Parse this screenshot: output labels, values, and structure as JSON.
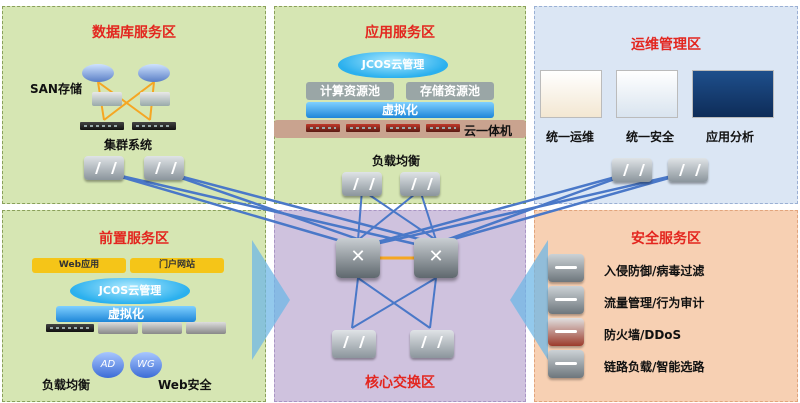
{
  "zones": {
    "database": {
      "title": "数据库服务区",
      "san": "SAN存储",
      "cluster": "集群系统"
    },
    "app": {
      "title": "应用服务区",
      "cloud": "JCOS云管理",
      "compute_pool": "计算资源池",
      "storage_pool": "存储资源池",
      "virtualization": "虚拟化",
      "appliance": "云一体机",
      "lb": "负载均衡"
    },
    "ops": {
      "title": "运维管理区",
      "item1": "统一运维",
      "item2": "统一安全",
      "item3": "应用分析"
    },
    "front": {
      "title": "前置服务区",
      "web_app": "Web应用",
      "portal": "门户网站",
      "cloud": "JCOS云管理",
      "virtualization": "虚拟化",
      "ad": "AD",
      "wg": "WG",
      "lb": "负载均衡",
      "web_sec": "Web安全"
    },
    "core": {
      "title": "核心交换区"
    },
    "security": {
      "title": "安全服务区",
      "item1": "入侵防御/病毒过滤",
      "item2": "流量管理/行为审计",
      "item3": "防火墙/DDoS",
      "item4": "链路负载/智能选路"
    }
  },
  "colors": {
    "green_zone": "#d6e6b3",
    "blue_zone": "#dbe6f4",
    "purple_zone": "#cfc2de",
    "orange_zone": "#f7d0b3",
    "title_red": "#e3261f",
    "link_blue": "#4a78c8"
  },
  "icons": [
    "switch-icon",
    "core-switch-icon",
    "storage-disk-icon",
    "server-rack-icon",
    "dashboard-screenshot-icon",
    "security-appliance-icon"
  ]
}
